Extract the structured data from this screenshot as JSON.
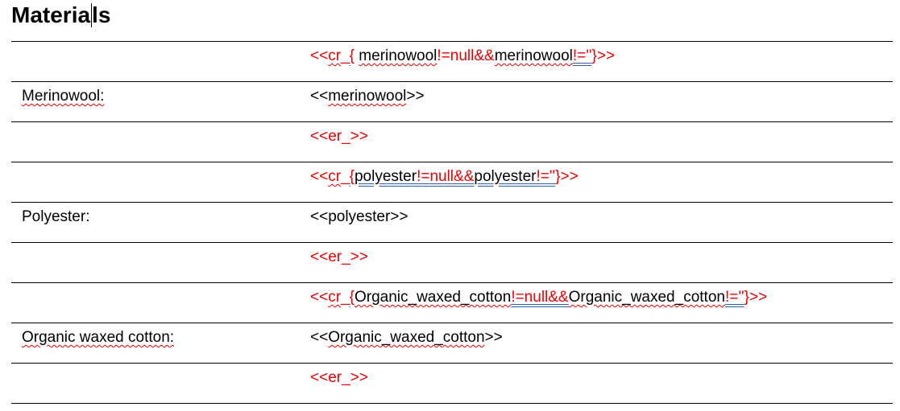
{
  "heading": {
    "text_before_cursor": "Materia",
    "text_after_cursor": "ls"
  },
  "rows": [
    {
      "label": "",
      "parts": [
        "<<",
        "cr",
        "_",
        "{",
        " ",
        "merinowool",
        "!=null&&",
        "merinowool",
        "!=''",
        "}>>"
      ]
    },
    {
      "label": "Merinowool:",
      "parts": [
        "<<",
        "merinowool",
        ">>"
      ]
    },
    {
      "label": "",
      "parts": [
        "<<er_>>"
      ]
    },
    {
      "label": "",
      "parts": [
        "<<",
        "cr",
        "_",
        "{",
        "polyester",
        "!=null&&",
        "polyester",
        "!=''",
        "}>>"
      ]
    },
    {
      "label": "Polyester:",
      "parts": [
        "<<polyester>>"
      ]
    },
    {
      "label": "",
      "parts": [
        "<<er_>>"
      ]
    },
    {
      "label": "",
      "parts": [
        "<<",
        "cr",
        "_",
        "{",
        "Organic_waxed_cotton",
        "!=null&&",
        "Organic_waxed_cotton",
        "!=''",
        "}>>"
      ]
    },
    {
      "label": "Organic waxed cotton:",
      "parts": [
        "<<",
        "Organic_waxed_cotton",
        ">>"
      ]
    },
    {
      "label": "",
      "parts": [
        "<<er_>>"
      ]
    }
  ],
  "colors": {
    "field_code": "#ee0000",
    "spell_underline": "#ee0000",
    "grammar_underline": "#2f5fa8"
  }
}
